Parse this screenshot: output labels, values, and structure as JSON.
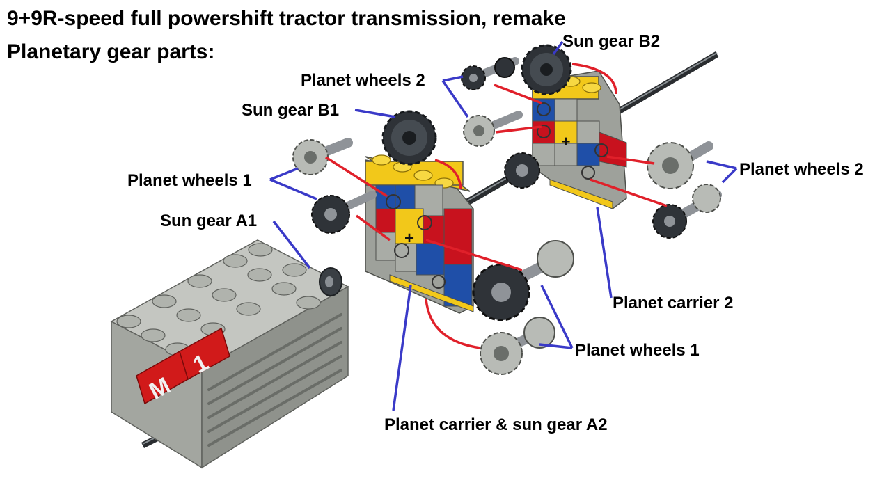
{
  "title": "9+9R-speed full powershift tractor transmission, remake",
  "subtitle": "Planetary gear parts:",
  "labels": {
    "sun_gear_b2": "Sun gear B2",
    "planet_wheels_2_top": "Planet wheels 2",
    "sun_gear_b1": "Sun gear B1",
    "planet_wheels_2_right": "Planet wheels 2",
    "planet_wheels_1_left": "Planet wheels 1",
    "sun_gear_a1": "Sun gear A1",
    "planet_carrier_2": "Planet carrier 2",
    "planet_wheels_1_bottom": "Planet wheels 1",
    "planet_carrier_sun_a2": "Planet carrier & sun gear A2"
  },
  "motor_marking": [
    "M",
    "1"
  ],
  "colors": {
    "label_leader": "#3a3ac8",
    "mesh_line": "#e0202a",
    "brick_yellow": "#f2c81a",
    "brick_blue": "#1f4fa8",
    "brick_red": "#c8121e",
    "brick_grey": "#a9aca6",
    "gear_dark": "#3a3f44",
    "gear_light": "#b8bbb6"
  }
}
